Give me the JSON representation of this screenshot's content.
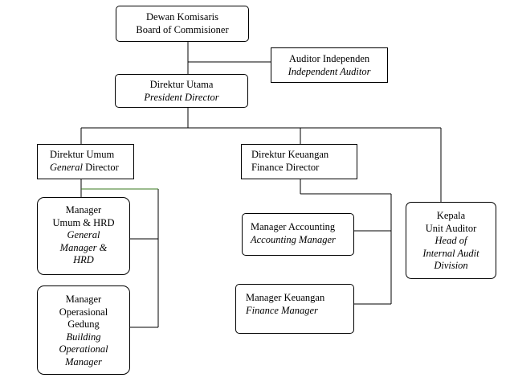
{
  "org_chart": {
    "board": {
      "line1": "Dewan Komisaris",
      "line2": "Board of Commisioner"
    },
    "auditor": {
      "line1": "Auditor Independen",
      "line2": "Independent Auditor"
    },
    "president": {
      "line1": "Direktur Utama",
      "line2": "President Director"
    },
    "general_director": {
      "line1": "Direktur Umum",
      "line2_italic": "General",
      "line2_rest": " Director"
    },
    "finance_director": {
      "line1": "Direktur Keuangan",
      "line2": "Finance Director"
    },
    "gm_hrd": {
      "line1": "Manager",
      "line2": "Umum & HRD",
      "line3": "General",
      "line4": "Manager &",
      "line5": "HRD"
    },
    "building_ops": {
      "line1": "Manager",
      "line2": "Operasional",
      "line3": "Gedung",
      "line4": "Building",
      "line5": "Operational",
      "line6": "Manager"
    },
    "accounting": {
      "line1": "Manager Accounting",
      "line2": "Accounting Manager"
    },
    "finance_manager": {
      "line1": "Manager Keuangan",
      "line2": "Finance Manager"
    },
    "internal_audit": {
      "line1": "Kepala",
      "line2": "Unit Auditor",
      "line3": "Head of",
      "line4": "Internal Audit",
      "line5": "Division"
    }
  }
}
